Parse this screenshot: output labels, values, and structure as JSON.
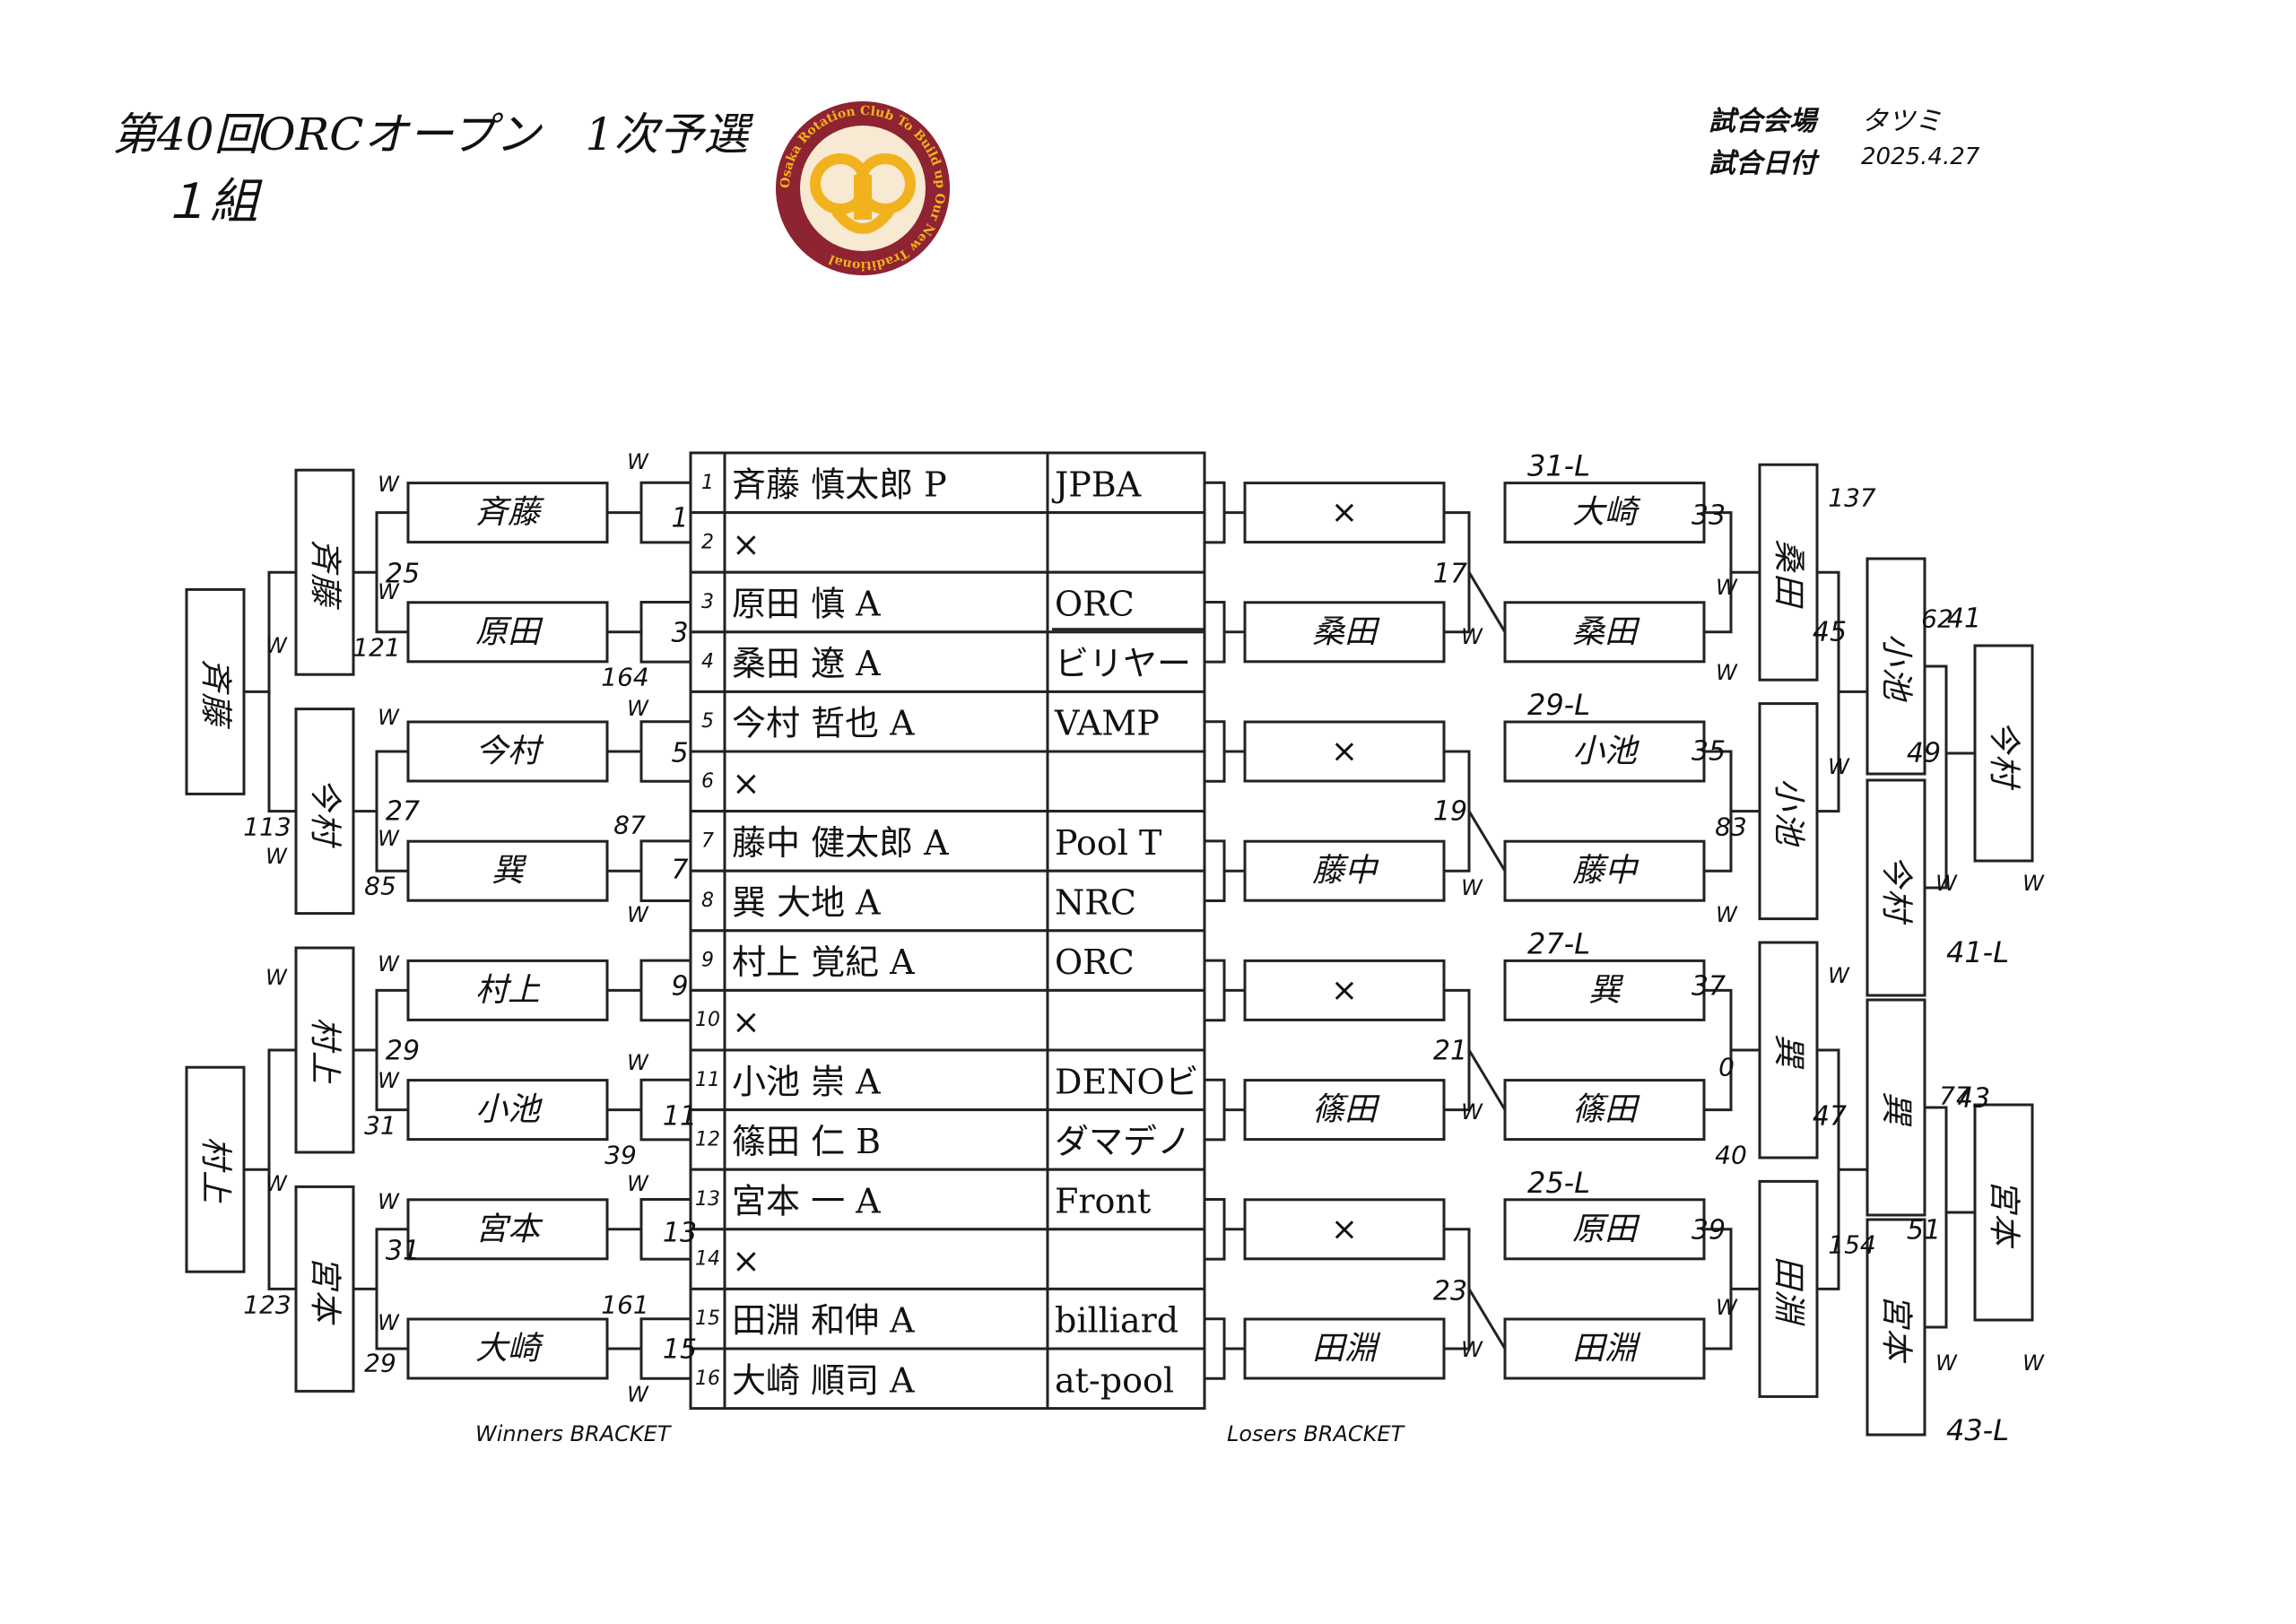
{
  "header": {
    "title": "第40回ORCオープン　1次予選",
    "group": "１組",
    "venue_label": "試合会場",
    "venue": "タツミ",
    "date_label": "試合日付",
    "date": "2025.4.27"
  },
  "logo": {
    "ring_text": "Osaka Rotation Club To Build up Our New Traditional",
    "colors": {
      "ring": "#8e2331",
      "gold": "#f2b21d",
      "center": "#ffffff"
    }
  },
  "captions": {
    "winners": "Winners BRACKET",
    "losers": "Losers BRACKET"
  },
  "entries": [
    {
      "no": "1",
      "name": "斉藤 慎太郎 P",
      "club": "JPBA"
    },
    {
      "no": "2",
      "name": "×",
      "club": ""
    },
    {
      "no": "3",
      "name": "原田 慎 A",
      "club": "ORC"
    },
    {
      "no": "4",
      "name": "桑田 遼 A",
      "club": "ビリヤー"
    },
    {
      "no": "5",
      "name": "今村 哲也 A",
      "club": "VAMP"
    },
    {
      "no": "6",
      "name": "×",
      "club": ""
    },
    {
      "no": "7",
      "name": "藤中 健太郎 A",
      "club": "Pool T"
    },
    {
      "no": "8",
      "name": "巽 大地 A",
      "club": "NRC"
    },
    {
      "no": "9",
      "name": "村上 覚紀 A",
      "club": "ORC"
    },
    {
      "no": "10",
      "name": "×",
      "club": ""
    },
    {
      "no": "11",
      "name": "小池 崇 A",
      "club": "DENOビ"
    },
    {
      "no": "12",
      "name": "篠田 仁 B",
      "club": "ダマデノ"
    },
    {
      "no": "13",
      "name": "宮本 一 A",
      "club": "Front"
    },
    {
      "no": "14",
      "name": "×",
      "club": ""
    },
    {
      "no": "15",
      "name": "田淵 和伸 A",
      "club": "billiard"
    },
    {
      "no": "16",
      "name": "大崎 順司 A",
      "club": "at-pool"
    }
  ],
  "winners": {
    "r1": [
      "斉藤",
      "原田",
      "今村",
      "巽",
      "村上",
      "小池",
      "宮本",
      "大崎"
    ],
    "r2": [
      "斉藤",
      "今村",
      "村上",
      "宮本"
    ],
    "r3": [
      "斉藤",
      "村上"
    ]
  },
  "losers": {
    "r1": [
      "×",
      "桑田",
      "×",
      "藤中",
      "×",
      "篠田",
      "×",
      "田淵"
    ],
    "drops": [
      "31-L",
      "29-L",
      "27-L",
      "25-L"
    ],
    "r2_top": [
      "大崎",
      "小池",
      "巽",
      "原田"
    ],
    "r2_bot": [
      "桑田",
      "藤中",
      "篠田",
      "田淵"
    ],
    "r3": [
      "桑田",
      "小池",
      "巽",
      "田淵"
    ],
    "r4": [
      "小池",
      "今村",
      "巽",
      "宮本"
    ],
    "r5": [
      "今村",
      "宮本"
    ],
    "to_final": [
      "41-L",
      "43-L"
    ]
  },
  "labels": {
    "w": "W",
    "match_numbers": [
      "1",
      "3",
      "5",
      "7",
      "9",
      "11",
      "13",
      "15",
      "25",
      "27",
      "29",
      "31",
      "41",
      "43",
      "17",
      "19",
      "21",
      "23",
      "33",
      "35",
      "37",
      "39",
      "45",
      "47",
      "49",
      "51"
    ],
    "scores": [
      "121",
      "164",
      "113",
      "87",
      "85",
      "31",
      "39",
      "123",
      "161",
      "29",
      "83",
      "0",
      "40",
      "137",
      "62",
      "154",
      "77"
    ]
  }
}
